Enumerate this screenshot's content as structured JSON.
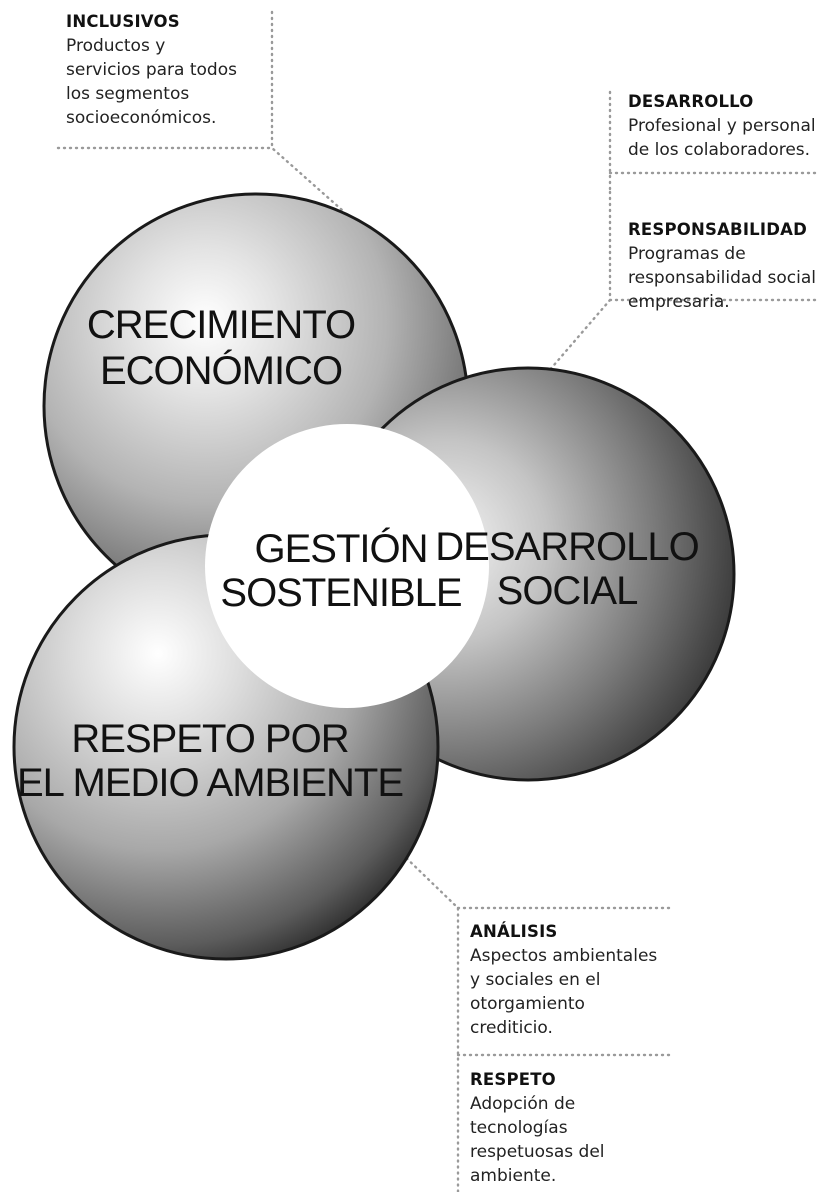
{
  "spheres": [
    {
      "id": "crecimiento",
      "lines": [
        "CRECIMIENTO",
        "ECONÓMICO"
      ]
    },
    {
      "id": "desarrollo",
      "lines": [
        "DESARROLLO",
        "SOCIAL"
      ]
    },
    {
      "id": "respeto",
      "lines": [
        "RESPETO POR",
        "EL MEDIO AMBIENTE"
      ]
    }
  ],
  "center": {
    "lines": [
      "GESTIÓN",
      "SOSTENIBLE"
    ]
  },
  "notes": {
    "inclusivos": {
      "title": "INCLUSIVOS",
      "text": "Productos y\nservicios para todos\nlos segmentos\nsocioeconómicos."
    },
    "desarrollo": {
      "title": "DESARROLLO",
      "text": "Profesional y personal\nde los colaboradores."
    },
    "responsabilidad": {
      "title": "RESPONSABILIDAD",
      "text": "Programas de\nresponsabilidad social\nempresaria."
    },
    "analisis": {
      "title": "ANÁLISIS",
      "text": "Aspectos ambientales\ny sociales en el\notorgamiento\ncrediticio."
    },
    "respeto": {
      "title": "RESPETO",
      "text": "Adopción de\ntecnologías\nrespetuosas del\nambiente."
    }
  }
}
